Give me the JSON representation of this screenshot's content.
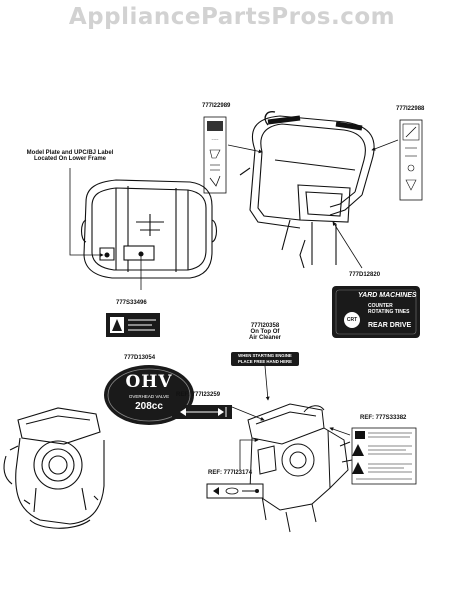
{
  "site": {
    "watermark": "AppliancePartsPros.com"
  },
  "callouts": {
    "model_plate": [
      "Model Plate and UPC/BJ Label",
      "Located On Lower Frame"
    ],
    "part_777i22989": "777I22989",
    "part_777i22988": "777I22988",
    "part_777d12820": "777D12820",
    "part_777s33496": "777S33496",
    "part_777i20358": "777I20358",
    "on_top_of": [
      "On Top Of",
      "Air Cleaner"
    ],
    "part_777d13054": "777D13054",
    "ref_777i23259": "REF: 777I23259",
    "ref_777s33382": "REF: 777S33382",
    "ref_777i23174": "REF: 777I23174"
  },
  "decals": {
    "yard_machines": {
      "brand": "YARD MACHINES",
      "line1": "COUNTER",
      "line2": "ROTATING TINES",
      "badge": "CRT",
      "drive": "REAR DRIVE"
    },
    "ohv": {
      "big": "OHV",
      "sub": "OVERHEAD VALVE",
      "size": "208cc"
    },
    "air_cleaner": {
      "line1": "WHEN STARTING ENGINE",
      "line2": "PLACE FREE HAND HERE"
    }
  },
  "colors": {
    "ink": "#111111",
    "watermark": "#d2d2d2",
    "decal_black": "#1a1a1a"
  }
}
